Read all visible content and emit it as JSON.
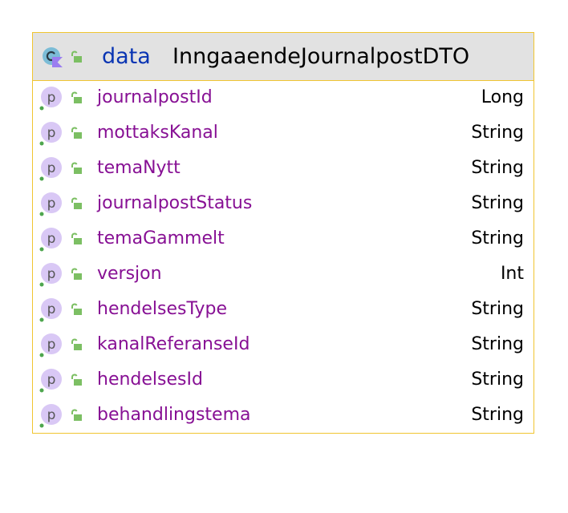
{
  "class": {
    "keyword": "data",
    "name": "InngaaendeJournalpostDTO",
    "icon": "kotlin-class-icon",
    "visibility_icon": "public-lock-icon"
  },
  "fields": [
    {
      "name": "journalpostId",
      "type": "Long",
      "icon": "property-icon"
    },
    {
      "name": "mottaksKanal",
      "type": "String",
      "icon": "property-icon"
    },
    {
      "name": "temaNytt",
      "type": "String",
      "icon": "property-icon"
    },
    {
      "name": "journalpostStatus",
      "type": "String",
      "icon": "property-icon"
    },
    {
      "name": "temaGammelt",
      "type": "String",
      "icon": "property-icon"
    },
    {
      "name": "versjon",
      "type": "Int",
      "icon": "property-icon"
    },
    {
      "name": "hendelsesType",
      "type": "String",
      "icon": "property-icon"
    },
    {
      "name": "kanalReferanseId",
      "type": "String",
      "icon": "property-icon"
    },
    {
      "name": "hendelsesId",
      "type": "String",
      "icon": "property-icon"
    },
    {
      "name": "behandlingstema",
      "type": "String",
      "icon": "property-icon"
    }
  ],
  "colors": {
    "border": "#f0c531",
    "header_bg": "#e2e2e2",
    "keyword": "#0a35b3",
    "field_name": "#871094",
    "field_type": "#000000",
    "property_badge": "#d9c8f5",
    "lock": "#7cbf63",
    "dot": "#4ea64e"
  }
}
